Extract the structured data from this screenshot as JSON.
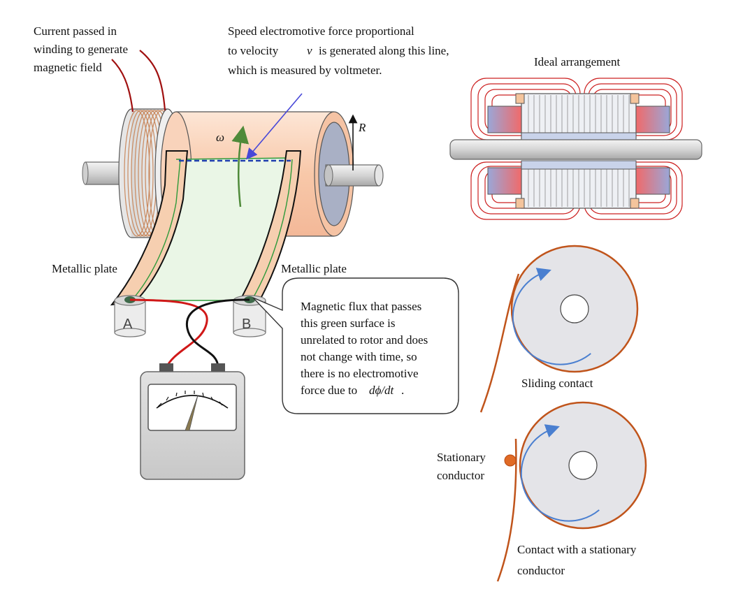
{
  "labels": {
    "winding_note": [
      "Current passed in",
      "winding to generate",
      "magnetic field"
    ],
    "emf_note": [
      "Speed electromotive force proportional",
      "to velocity",
      "v",
      "is generated along this line,",
      "which is measured by voltmeter."
    ],
    "omega": "ω",
    "radius": "R",
    "plate_left": "Metallic plate",
    "plate_right": "Metallic plate",
    "terminal_a": "A",
    "terminal_b": "B",
    "flux_note": [
      "Magnetic flux that passes",
      "this green surface is",
      "unrelated to rotor and does",
      "not change with time, so",
      "there is no electromotive",
      "force due to",
      "dϕ/dt",
      "."
    ],
    "ideal_title": "Ideal arrangement",
    "sliding_caption": "Sliding contact",
    "stationary_label": [
      "Stationary",
      "conductor"
    ],
    "contact_caption": [
      "Contact with a stationary",
      "conductor"
    ]
  },
  "colors": {
    "cylinder": "#f9cdb2",
    "plate": "#f6cfb0",
    "green_surface": "#eaf6e6",
    "green_line": "#2e9a3a",
    "winding_wire": "#a01010",
    "speed_line": "#1f3fae",
    "omega_arrow": "#4f8a3a",
    "annotation_arrow": "#4848d8",
    "field_lines": "#cc2020",
    "disk_rim": "#c0541b",
    "rotation_arrow": "#4a7fd0",
    "stationary_dot": "#e06a25"
  }
}
